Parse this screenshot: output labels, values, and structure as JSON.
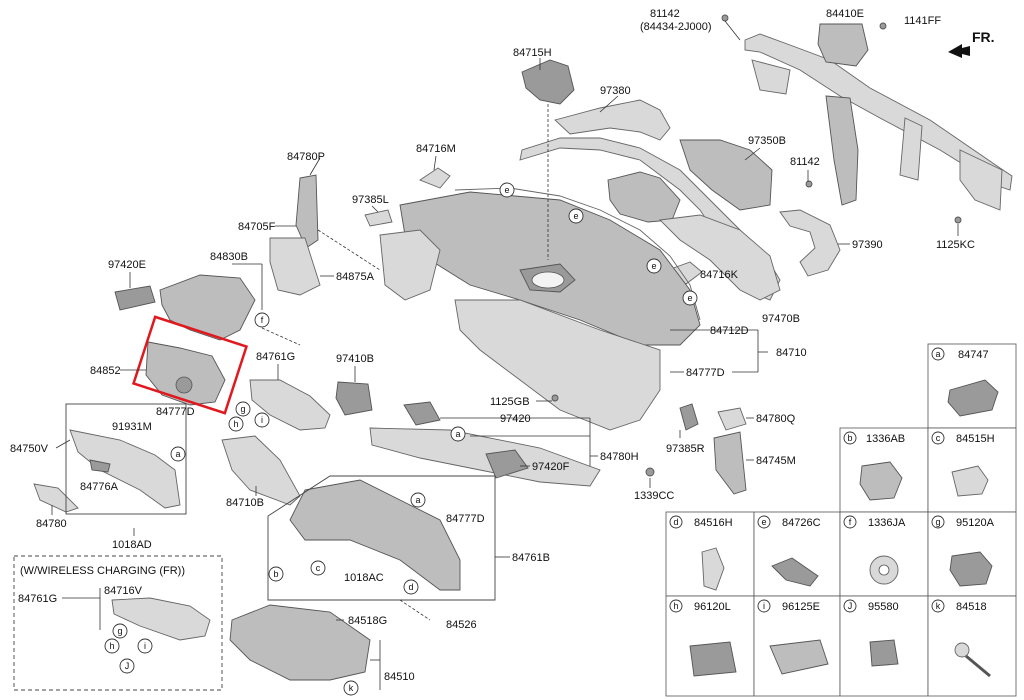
{
  "orientation": "FR.",
  "labels": {
    "p81142_top": "81142",
    "p84434": "(84434-2J000)",
    "p84410E": "84410E",
    "p1141FF": "1141FF",
    "p84715H": "84715H",
    "p97380": "97380",
    "p97350B": "97350B",
    "p81142_mid": "81142",
    "p84780P": "84780P",
    "p84716M": "84716M",
    "p97385L": "97385L",
    "p84705F": "84705F",
    "p97390": "97390",
    "p1125KC": "1125KC",
    "p97420E": "97420E",
    "p84830B": "84830B",
    "p84875A": "84875A",
    "p84716K": "84716K",
    "p97470B": "97470B",
    "p84712D": "84712D",
    "p84710": "84710",
    "p84777D_r": "84777D",
    "p84852": "84852",
    "p84761G": "84761G",
    "p97410B": "97410B",
    "p1125GB": "1125GB",
    "p84777D_l": "84777D",
    "p97420": "97420",
    "p84780Q": "84780Q",
    "p84750V": "84750V",
    "p91931M": "91931M",
    "p84780H": "84780H",
    "p97385R": "97385R",
    "p84745M": "84745M",
    "p84776A": "84776A",
    "p97420F": "97420F",
    "p1339CC": "1339CC",
    "p84780": "84780",
    "p84710B": "84710B",
    "p1018AD": "1018AD",
    "p84777D_b": "84777D",
    "p84761B": "84761B",
    "p1018AC": "1018AC",
    "p84526": "84526",
    "p84518G": "84518G",
    "p84510": "84510",
    "wireless_title": "(W/WIRELESS CHARGING (FR))",
    "w84761G": "84761G",
    "w84716V": "84716V"
  },
  "callouts": [
    "a",
    "b",
    "c",
    "d",
    "e",
    "f",
    "g",
    "h",
    "i",
    "J",
    "k"
  ],
  "legend": [
    {
      "key": "a",
      "part": "84747"
    },
    {
      "key": "b",
      "part": "1336AB"
    },
    {
      "key": "c",
      "part": "84515H"
    },
    {
      "key": "d",
      "part": "84516H"
    },
    {
      "key": "e",
      "part": "84726C"
    },
    {
      "key": "f",
      "part": "1336JA"
    },
    {
      "key": "g",
      "part": "95120A"
    },
    {
      "key": "h",
      "part": "96120L"
    },
    {
      "key": "i",
      "part": "96125E"
    },
    {
      "key": "J",
      "part": "95580"
    },
    {
      "key": "k",
      "part": "84518"
    }
  ],
  "colors": {
    "highlight": "#e0191f",
    "part": "#bdbdbd"
  }
}
